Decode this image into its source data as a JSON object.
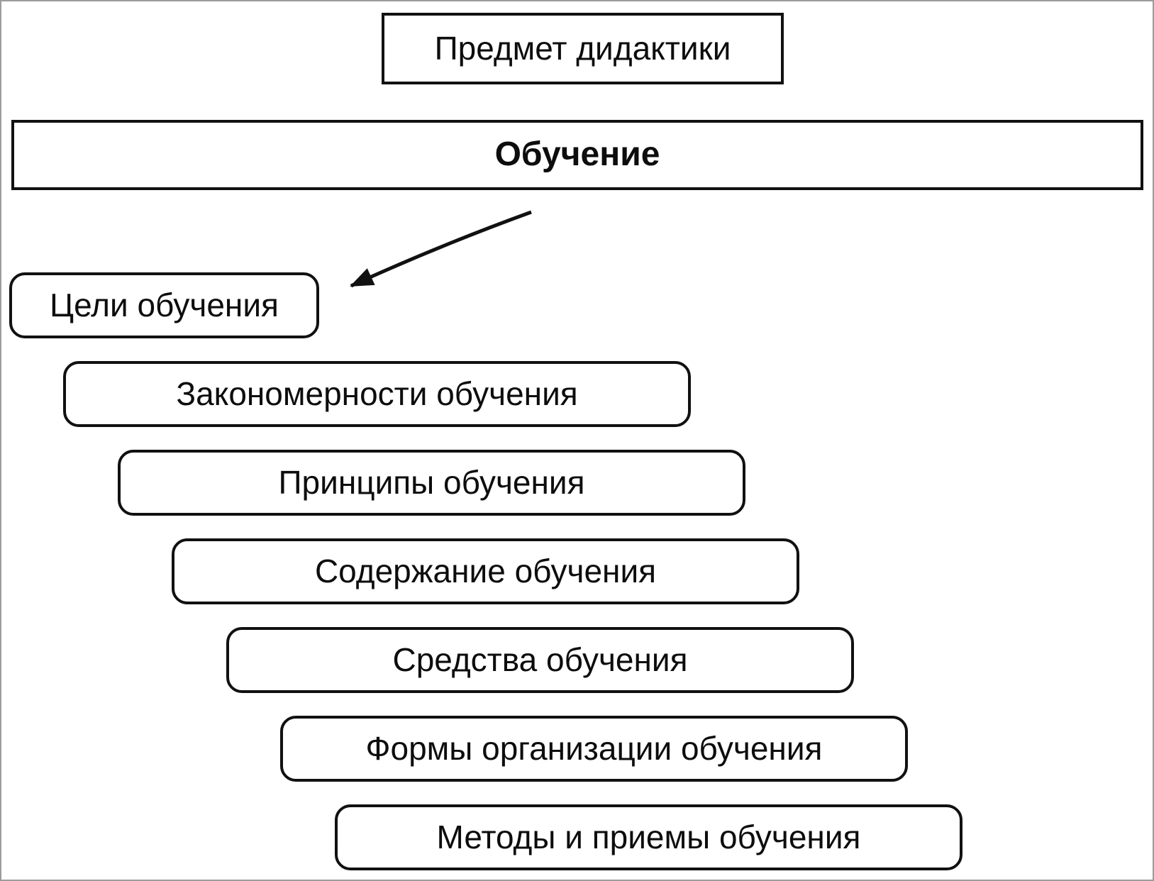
{
  "page": {
    "background": "#ffffff",
    "border_color": "#9c9c9c"
  },
  "diagram": {
    "title_box": {
      "label": "Предмет дидактики"
    },
    "main_box": {
      "label": "Обучение"
    },
    "arrow": {
      "meaning": "from-main-box-to-components"
    },
    "components": [
      {
        "label": "Цели обучения"
      },
      {
        "label": "Закономерности обучения"
      },
      {
        "label": "Принципы обучения"
      },
      {
        "label": "Содержание обучения"
      },
      {
        "label": "Средства обучения"
      },
      {
        "label": "Формы организации обучения"
      },
      {
        "label": "Методы и приемы обучения"
      }
    ],
    "colors": {
      "box_border": "#111111",
      "text": "#0d0d0d",
      "arrow": "#111111"
    }
  }
}
